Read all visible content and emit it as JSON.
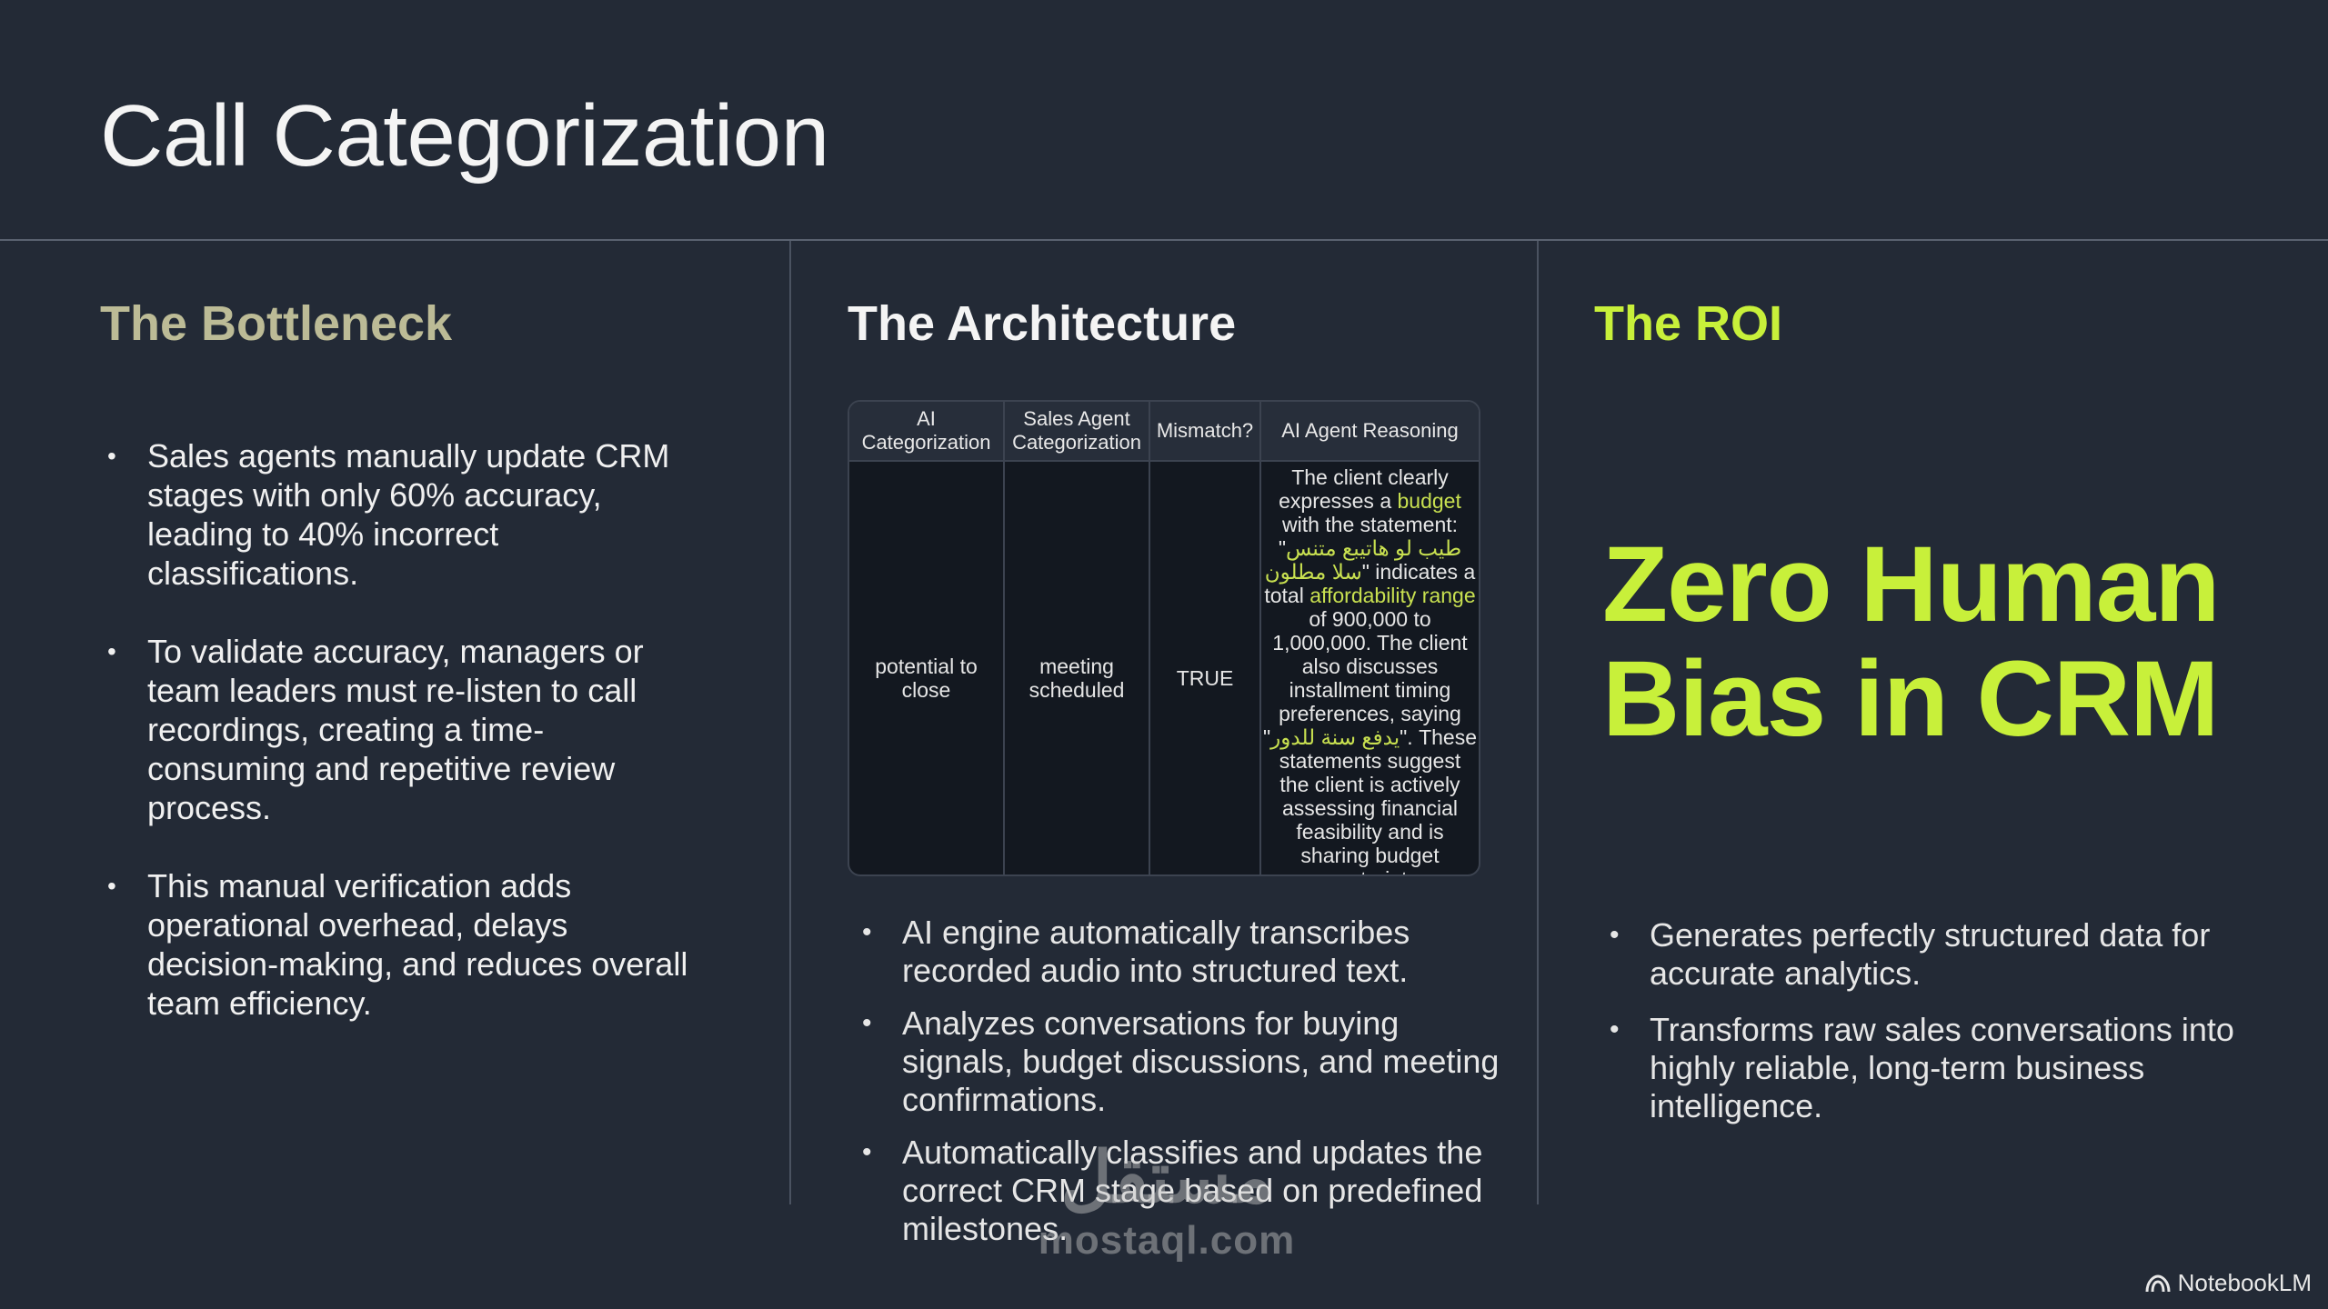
{
  "slide": {
    "title": "Call Categorization"
  },
  "bottleneck": {
    "heading": "The Bottleneck",
    "bullets": [
      "Sales agents manually update CRM stages with only 60% accuracy, leading to 40% incorrect classifications.",
      "To validate accuracy, managers or team leaders must re-listen to call recordings, creating a time-consuming and repetitive review process.",
      "This manual verification adds operational overhead, delays decision-making, and reduces overall team efficiency."
    ]
  },
  "architecture": {
    "heading": "The Architecture",
    "table": {
      "headers": [
        "AI Categorization",
        "Sales Agent Categorization",
        "Mismatch?",
        "AI Agent Reasoning"
      ],
      "row": {
        "ai_category": "potential to close",
        "agent_category": "meeting scheduled",
        "mismatch": "TRUE",
        "reasoning_a": "The client clearly expresses a ",
        "reasoning_budget": "budget",
        "reasoning_b": " with the statement: \"",
        "reasoning_ar1": "طيب لو هاتيبع متنس سلا مطلون",
        "reasoning_c": "\" indicates a total ",
        "reasoning_range": "affordability range",
        "reasoning_d": " of 900,000 to 1,000,000. The client also discusses installment timing preferences, saying \"",
        "reasoning_ar2": "يدفع سنة للدور",
        "reasoning_e": "\". These statements suggest the client is actively assessing financial feasibility and is sharing budget constraints."
      }
    },
    "bullets": [
      "AI engine automatically transcribes recorded audio into structured text.",
      "Analyzes conversations for buying signals, budget discussions, and meeting confirmations.",
      "Automatically classifies and updates the correct CRM stage based on predefined milestones."
    ]
  },
  "roi": {
    "heading": "The ROI",
    "headline": "Zero Human Bias in CRM",
    "bullets": [
      "Generates perfectly structured data for accurate analytics.",
      "Transforms raw sales conversations into highly reliable, long-term business intelligence."
    ]
  },
  "watermark": {
    "arabic": "مستقل",
    "latin": "mostaql.com"
  },
  "brand": {
    "label": "NotebookLM",
    "icon": "notebooklm-icon"
  },
  "colors": {
    "background": "#232a36",
    "accent": "#c8f03a",
    "muted_heading": "#bcbb96"
  }
}
